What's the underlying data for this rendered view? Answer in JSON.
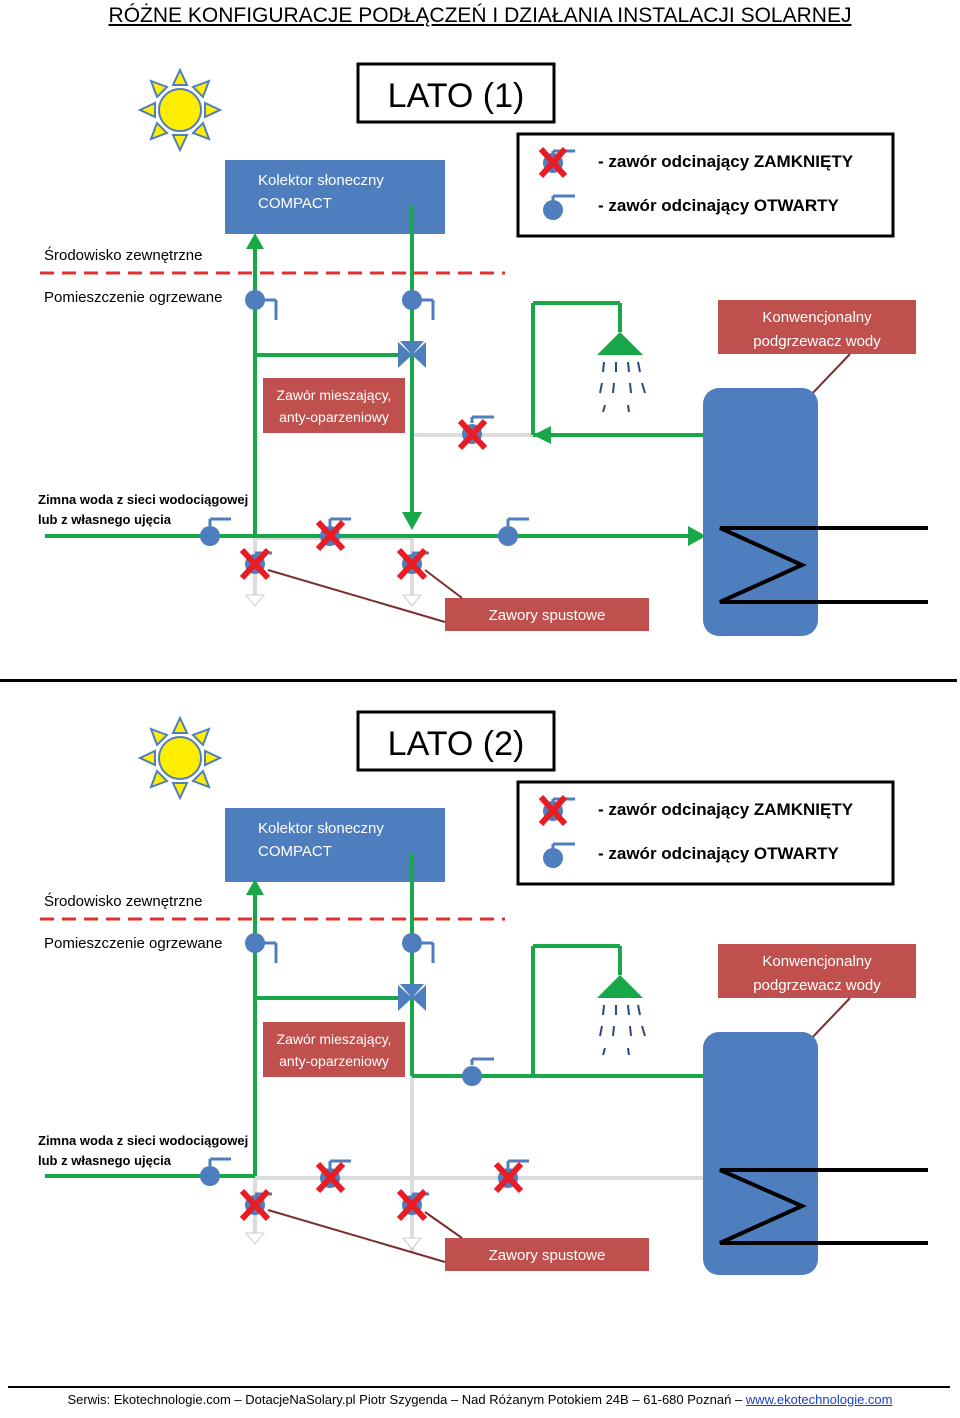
{
  "page_title": "RÓŻNE KONFIGURACJE PODŁĄCZEŃ I DZIAŁANIA INSTALACJI SOLARNEJ",
  "labels": {
    "collector_line1": "Kolektor słoneczny",
    "collector_line2": "COMPACT",
    "legend_closed": "- zawór odcinający ZAMKNIĘTY",
    "legend_open": "- zawór odcinający OTWARTY",
    "outside": "Środowisko zewnętrzne",
    "inside": "Pomieszczenie ogrzewane",
    "heater_line1": "Konwencjonalny",
    "heater_line2": "podgrzewacz wody",
    "mixing_line1": "Zawór mieszający,",
    "mixing_line2": "anty-oparzeniowy",
    "cold_line1": "Zimna woda z sieci wodociągowej",
    "cold_line2": "lub z własnego ujęcia",
    "drain": "Zawory spustowe"
  },
  "diagrams": [
    {
      "title": "LATO (1)",
      "valves": {
        "return_top": "open",
        "supply_top": "open",
        "bypass_top": "closed",
        "cold_in": "open",
        "cold_mid": "closed",
        "heater_in": "open",
        "drain_left": "closed",
        "drain_right": "closed"
      }
    },
    {
      "title": "LATO (2)",
      "valves": {
        "return_top": "open",
        "supply_top": "open",
        "bypass_top": "open",
        "cold_in": "open",
        "cold_mid": "closed",
        "heater_in": "closed",
        "drain_left": "closed",
        "drain_right": "closed"
      }
    }
  ],
  "colors": {
    "pipe_active": "#18a84a",
    "pipe_inactive": "#dcdcdc",
    "collector": "#4f7ebf",
    "heater_tank": "#4f7ebf",
    "label_box": "#c0504d",
    "boundary_line": "#e03030",
    "valve_body": "#4f7ebf",
    "closed_mark": "#e81c24",
    "sun": "#ffee00"
  },
  "footer": {
    "text": "Serwis: Ekotechnologie.com – DotacjeNaSolary.pl Piotr Szygenda – Nad Różanym Potokiem 24B – 61-680 Poznań – ",
    "link": "www.ekotechnologie.com"
  }
}
